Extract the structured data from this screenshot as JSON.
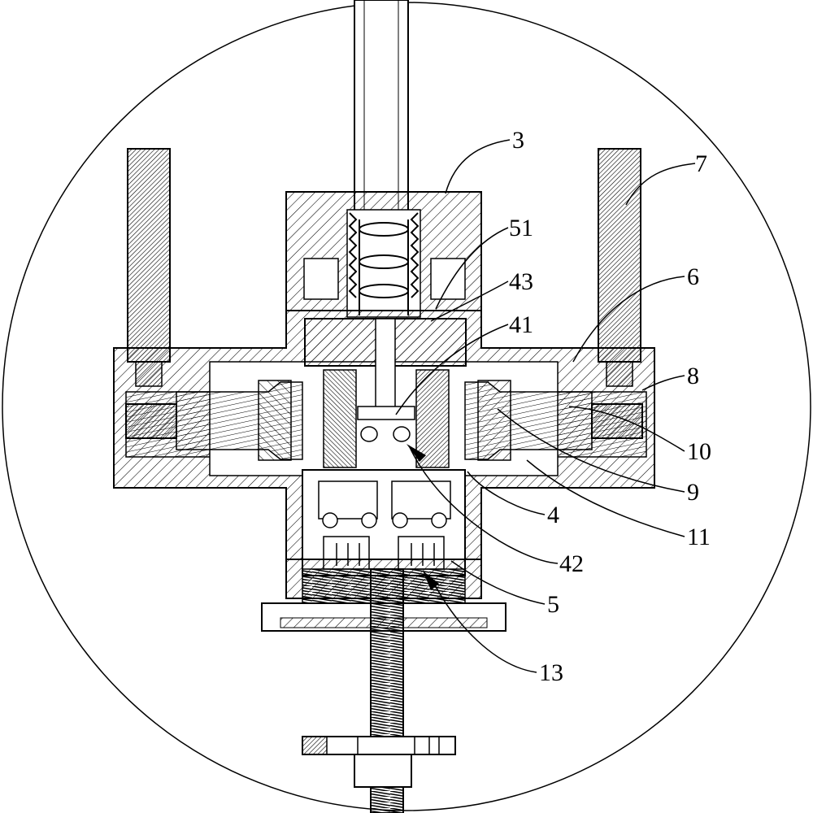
{
  "labels": {
    "l3": "3",
    "l7": "7",
    "l51": "51",
    "l43": "43",
    "l6": "6",
    "l41": "41",
    "l8": "8",
    "l10": "10",
    "l9": "9",
    "l4": "4",
    "l11": "11",
    "l42": "42",
    "l5": "5",
    "l13": "13"
  },
  "colors": {
    "line": "#000000",
    "background": "#ffffff"
  }
}
